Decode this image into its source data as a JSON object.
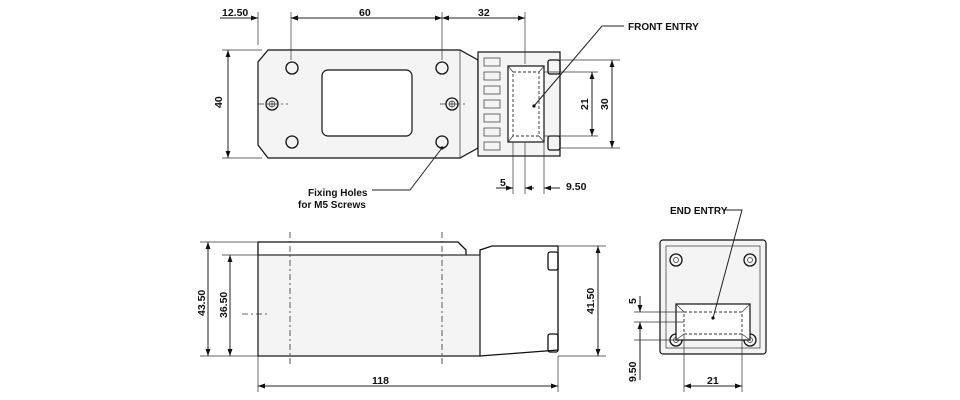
{
  "top_view": {
    "dims": {
      "offset": "12.50",
      "hole_spacing": "60",
      "head_length": "32",
      "height": "40",
      "inner_entry": "21",
      "outer_entry": "30",
      "entry_offset": "5",
      "entry_depth": "9.50"
    },
    "labels": {
      "front_entry": "FRONT ENTRY",
      "fixing_holes_line1": "Fixing Holes",
      "fixing_holes_line2": "for M5 Screws"
    }
  },
  "side_view": {
    "dims": {
      "height_total": "43.50",
      "height_inner": "36.50",
      "head_height": "41.50",
      "length": "118"
    }
  },
  "end_view": {
    "dims": {
      "entry_offset": "5",
      "entry_depth": "9.50",
      "entry_width": "21"
    },
    "labels": {
      "end_entry": "END ENTRY"
    }
  }
}
